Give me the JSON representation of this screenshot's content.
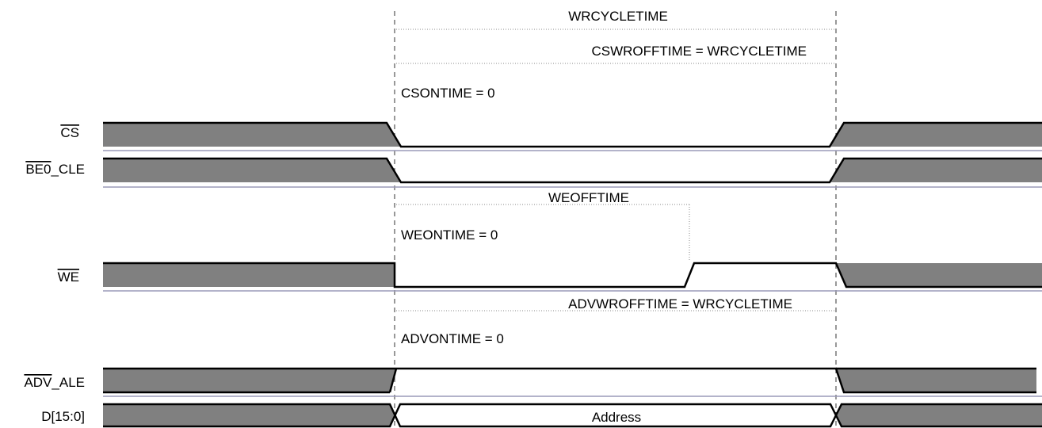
{
  "signals": {
    "cs": {
      "name": "CS",
      "overlined": "CS"
    },
    "be0_cle": {
      "name_over": "BE0",
      "name_rest": "_CLE"
    },
    "we": {
      "name": "WE",
      "overlined": "WE"
    },
    "adv_ale": {
      "name_over": "ADV",
      "name_rest": "_ALE"
    },
    "data": {
      "name": "D[15:0]",
      "value": "Address"
    }
  },
  "annotations": {
    "wrcycletime": "WRCYCLETIME",
    "cswrofftime": "CSWROFFTIME = WRCYCLETIME",
    "csontime": "CSONTIME = 0",
    "weofftime": "WEOFFTIME",
    "weontime": "WEONTIME = 0",
    "advwrofftime": "ADVWROFFTIME = WRCYCLETIME",
    "advontime": "ADVONTIME = 0"
  },
  "colors": {
    "fill_inactive": "#808080",
    "line": "#000000",
    "separator": "#9a9ab8",
    "guide": "#606060"
  }
}
